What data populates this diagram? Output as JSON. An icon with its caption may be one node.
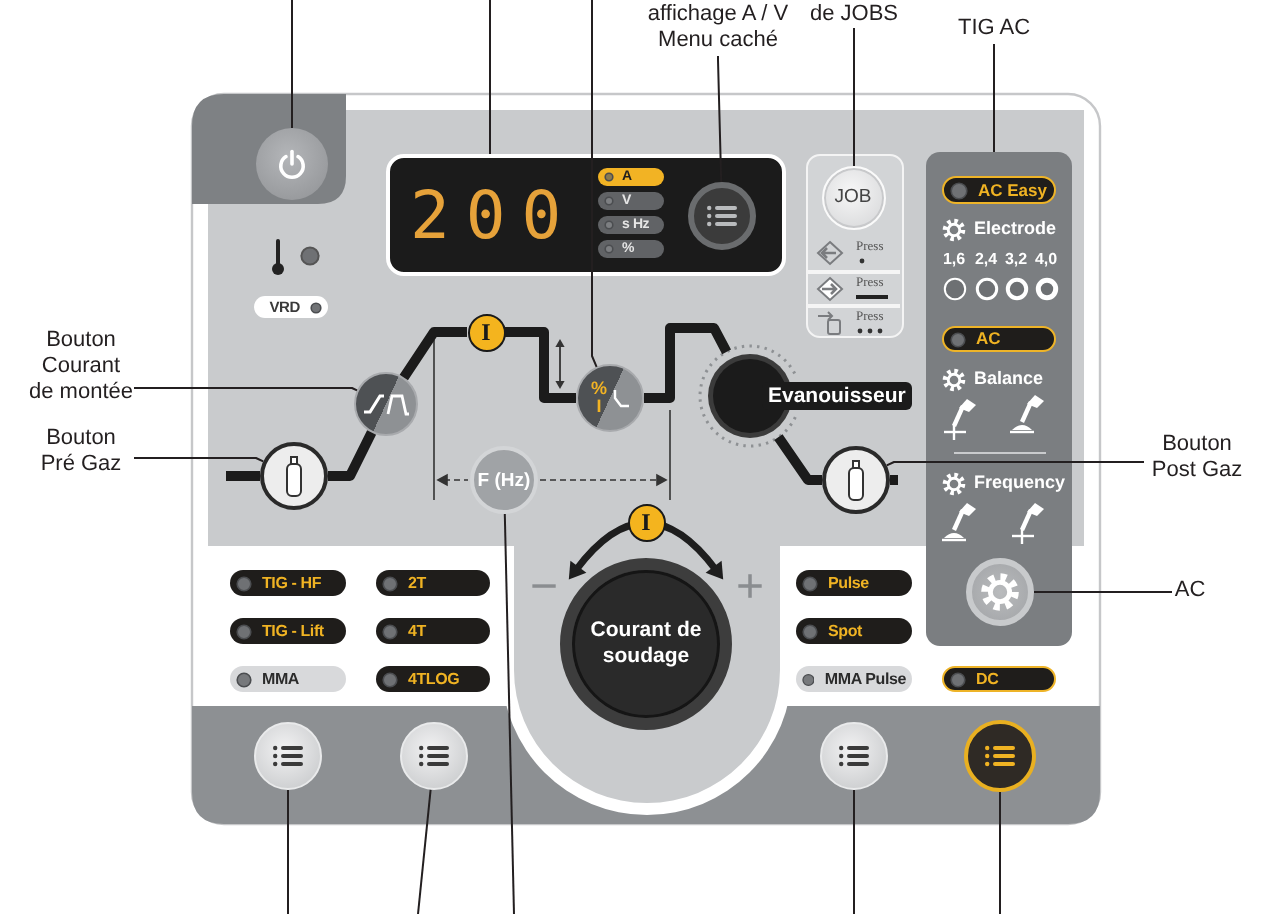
{
  "diagram": {
    "nodes": [
      {
        "text": [
          "affichage A / V Menu caché"
        ]
      },
      {
        "text": [
          "de JOBS"
        ]
      },
      {
        "text": [
          "TIG AC"
        ]
      },
      {
        "text": [
          "Bouton Courant de montée"
        ]
      },
      {
        "text": [
          "Bouton Pré Gaz"
        ]
      },
      {
        "text": [
          "Bouton Post Gaz"
        ]
      },
      {
        "text": [
          "AC"
        ]
      },
      {
        "text": [],
        "shape": "circle"
      },
      {
        "text": [
          "200"
        ]
      },
      {
        "text": [
          "A"
        ],
        "in": 8
      },
      {
        "text": [
          "V"
        ],
        "in": 8
      },
      {
        "text": [
          "s Hz"
        ],
        "in": 8
      },
      {
        "text": [
          "%"
        ],
        "in": 8
      },
      {
        "text": [],
        "shape": "circle",
        "in": 8
      },
      {
        "text": [
          "Press",
          "Press",
          "Press"
        ]
      },
      {
        "text": [
          "JOB"
        ],
        "in": 14
      },
      {
        "text": [
          "Electrode",
          "1,6",
          "2,4",
          "3,2",
          "4,0",
          "Balance",
          "Frequency"
        ]
      },
      {
        "text": [
          "AC Easy"
        ],
        "in": 16
      },
      {
        "text": [
          "AC"
        ],
        "in": 16
      },
      {
        "text": [],
        "shape": "circle",
        "in": 16
      },
      {
        "text": [
          "VRD"
        ]
      },
      {
        "text": [],
        "shape": "circle"
      },
      {
        "text": [],
        "shape": "circle"
      },
      {
        "text": [
          "I"
        ]
      },
      {
        "text": [
          "% I"
        ]
      },
      {
        "text": [
          "Evanouisseur"
        ]
      },
      {
        "text": [],
        "shape": "circle"
      },
      {
        "text": [
          "F (Hz)"
        ]
      },
      {
        "text": [
          "I"
        ]
      },
      {
        "text": [
          "Courant de soudage"
        ]
      },
      {
        "text": [
          "TIG - HF"
        ]
      },
      {
        "text": [
          "2T"
        ]
      },
      {
        "text": [
          "TIG - Lift"
        ]
      },
      {
        "text": [
          "4T"
        ]
      },
      {
        "text": [
          "MMA"
        ]
      },
      {
        "text": [
          "4TLOG"
        ]
      },
      {
        "text": [
          "Pulse"
        ]
      },
      {
        "text": [
          "Spot"
        ]
      },
      {
        "text": [
          "MMA Pulse"
        ]
      },
      {
        "text": [
          "DC"
        ]
      },
      {
        "text": [],
        "shape": "circle"
      },
      {
        "text": [],
        "shape": "circle"
      },
      {
        "text": [],
        "shape": "circle"
      },
      {
        "text": [],
        "shape": "circle"
      }
    ],
    "edges": [
      {
        "from": 0,
        "to": 13,
        "arrow": "none"
      },
      {
        "from": 1,
        "to": 15,
        "arrow": "none"
      },
      {
        "from": 2,
        "to": 16,
        "arrow": "none"
      },
      {
        "from": 3,
        "to": 21,
        "arrow": "none"
      },
      {
        "from": 4,
        "to": 22,
        "arrow": "none"
      },
      {
        "from": 5,
        "to": 26,
        "arrow": "none"
      },
      {
        "from": 6,
        "to": 19,
        "arrow": "none"
      },
      {
        "from": null,
        "to": 7,
        "arrow": "none"
      },
      {
        "from": null,
        "to": 8,
        "arrow": "none"
      },
      {
        "from": null,
        "to": 24,
        "arrow": "none"
      },
      {
        "from": null,
        "to": 40,
        "arrow": "none"
      },
      {
        "from": null,
        "to": 41,
        "arrow": "none"
      },
      {
        "from": null,
        "to": 27,
        "arrow": "none"
      },
      {
        "from": null,
        "to": 42,
        "arrow": "none"
      },
      {
        "from": null,
        "to": 43,
        "arrow": "none"
      },
      {
        "from": null,
        "to": 22,
        "arrow": "none",
        "style": "thick"
      },
      {
        "from": 22,
        "to": 21,
        "arrow": "none",
        "style": "thick"
      },
      {
        "from": 21,
        "to": 23,
        "arrow": "none",
        "style": "thick"
      },
      {
        "from": 23,
        "to": 24,
        "arrow": "none",
        "style": "thick"
      },
      {
        "from": 24,
        "to": 25,
        "arrow": "none",
        "style": "thick"
      },
      {
        "from": 25,
        "to": 26,
        "arrow": "none",
        "style": "thick"
      },
      {
        "from": 26,
        "to": null,
        "arrow": "none",
        "style": "thick"
      }
    ],
    "labels": [
      "−",
      "+"
    ]
  }
}
